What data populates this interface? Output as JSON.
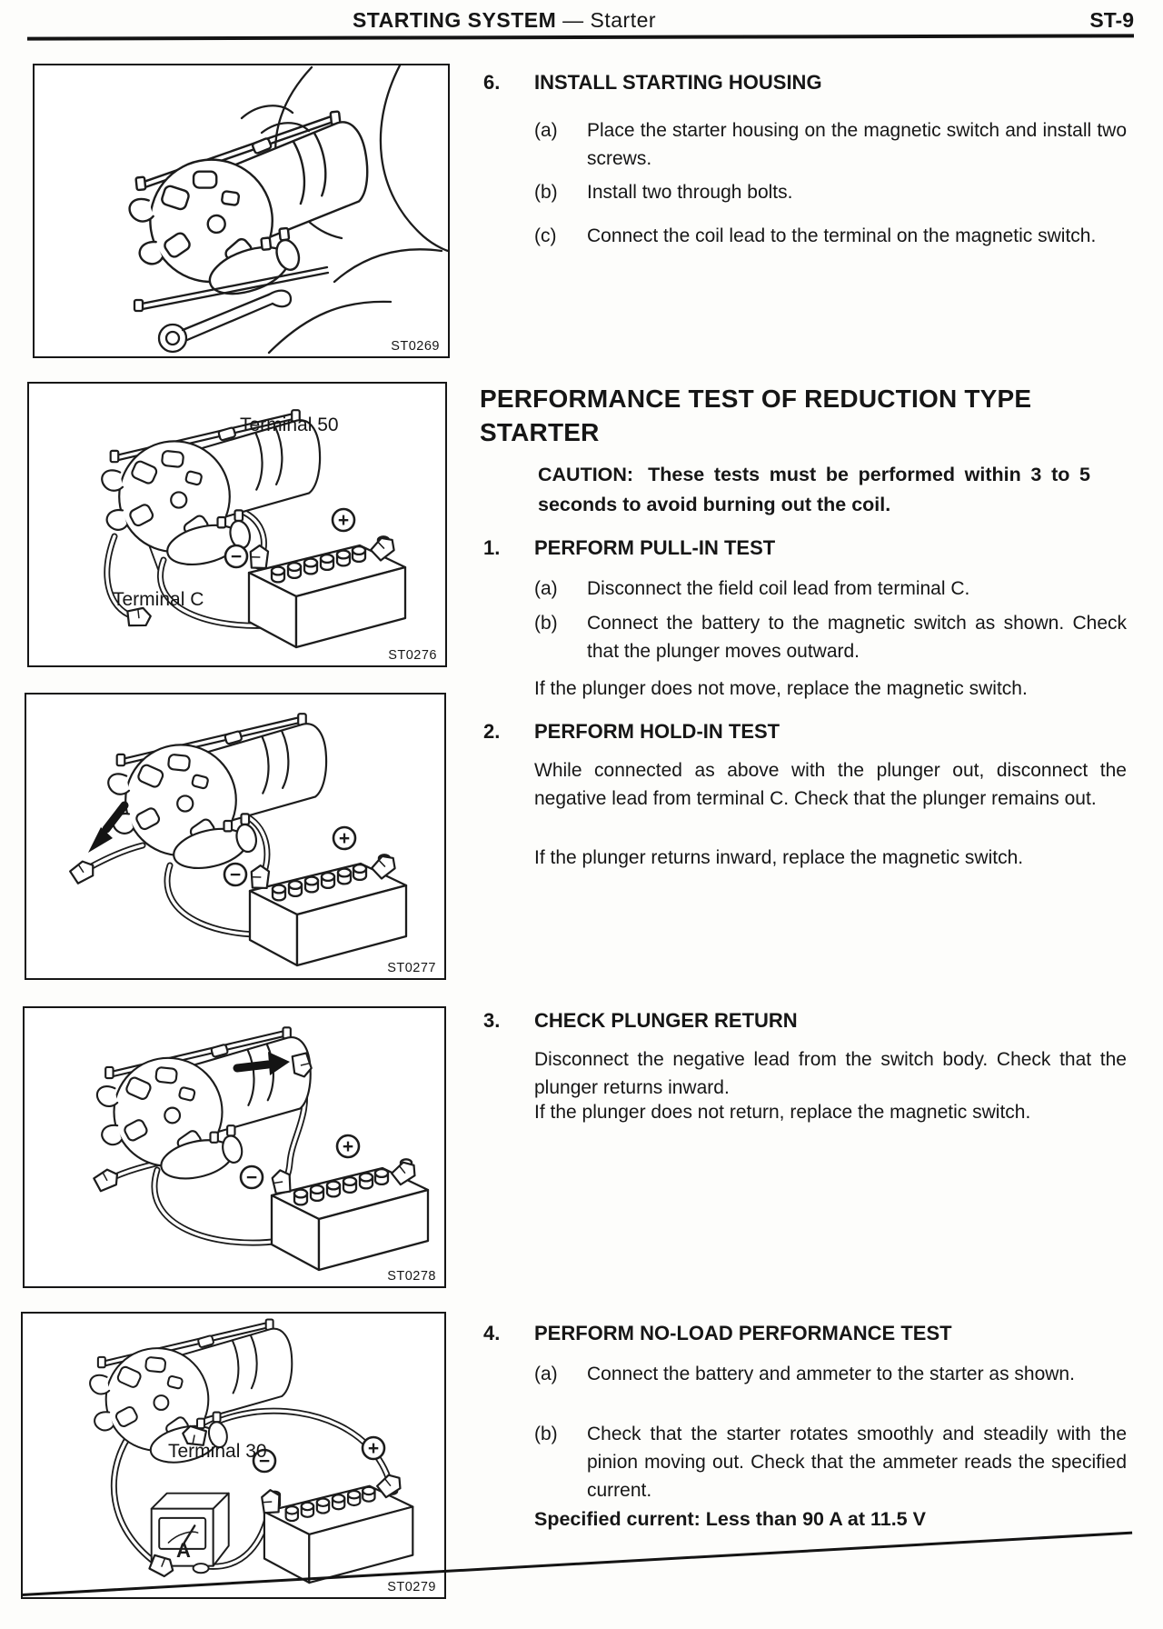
{
  "header": {
    "title_main": "STARTING SYSTEM",
    "title_dash": "—",
    "title_sub": "Starter",
    "page_number": "ST-9"
  },
  "install": {
    "number": "6.",
    "title": "INSTALL STARTING HOUSING",
    "items": [
      {
        "marker": "(a)",
        "text": "Place the starter housing on the magnetic switch and install two screws."
      },
      {
        "marker": "(b)",
        "text": "Install two through bolts."
      },
      {
        "marker": "(c)",
        "text": "Connect the coil lead to the terminal on the magnetic switch."
      }
    ]
  },
  "perf": {
    "heading": "PERFORMANCE TEST OF REDUCTION TYPE STARTER",
    "caution_label": "CAUTION:",
    "caution_text": "These tests must be performed within 3 to 5 seconds to avoid burning out the coil.",
    "steps": [
      {
        "number": "1.",
        "title": "PERFORM PULL-IN TEST",
        "items": [
          {
            "marker": "(a)",
            "text": "Disconnect the field coil lead from terminal C."
          },
          {
            "marker": "(b)",
            "text": "Connect the battery to the magnetic switch as shown. Check that the plunger moves outward."
          }
        ],
        "note": "If the plunger does not move, replace the magnetic switch."
      },
      {
        "number": "2.",
        "title": "PERFORM HOLD-IN TEST",
        "paragraph": "While connected as above with the plunger out, disconnect the negative lead from terminal C. Check that the plunger remains out.",
        "note": "If the plunger returns inward, replace the magnetic switch."
      },
      {
        "number": "3.",
        "title": "CHECK PLUNGER RETURN",
        "paragraph": "Disconnect the negative lead from the switch body. Check that the plunger returns inward.",
        "note": "If the plunger does not return, replace the magnetic switch."
      },
      {
        "number": "4.",
        "title": "PERFORM NO-LOAD PERFORMANCE TEST",
        "items": [
          {
            "marker": "(a)",
            "text": "Connect the battery and ammeter to the starter as shown."
          },
          {
            "marker": "(b)",
            "text": "Check that the starter rotates smoothly and steadily with the pinion moving out. Check that the ammeter reads the specified current."
          }
        ],
        "spec": "Specified current: Less than 90 A at 11.5 V"
      }
    ]
  },
  "figures": [
    {
      "code": "ST0269"
    },
    {
      "code": "ST0276",
      "label_terminal50": "Terminal 50",
      "label_terminalC": "Terminal C",
      "plus": "+",
      "minus": "−"
    },
    {
      "code": "ST0277",
      "plus": "+",
      "minus": "−"
    },
    {
      "code": "ST0278",
      "plus": "+",
      "minus": "−"
    },
    {
      "code": "ST0279",
      "label_terminal30": "Terminal 30",
      "ammeter_label": "A",
      "plus": "+",
      "minus": "−"
    }
  ],
  "colors": {
    "ink": "#1c1c1c",
    "paper": "#fdfdfb"
  }
}
